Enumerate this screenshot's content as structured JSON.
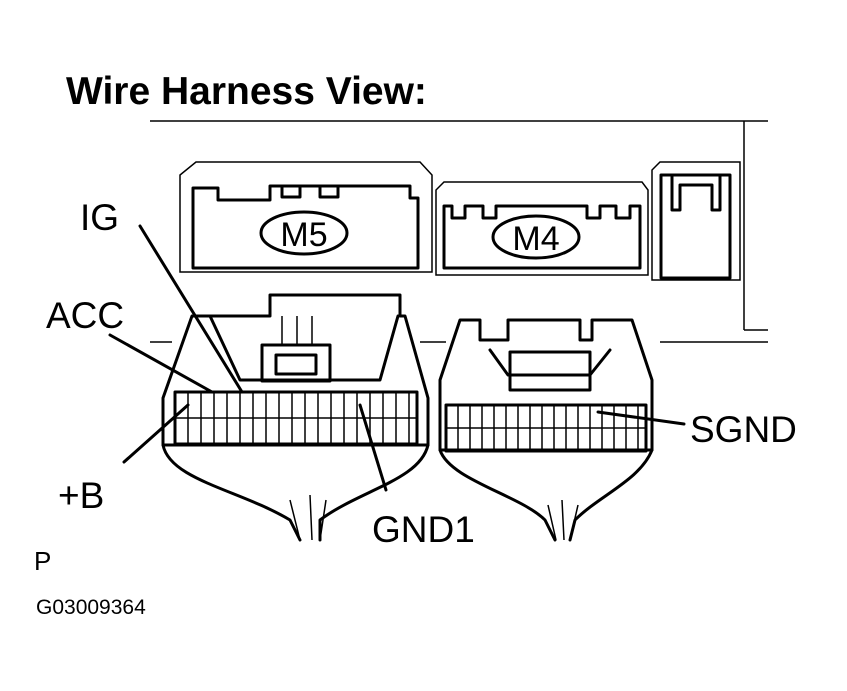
{
  "title": "Wire Harness View:",
  "connectors": {
    "upper_left": "M5",
    "upper_right": "M4"
  },
  "terminals": {
    "ig": "IG",
    "acc": "ACC",
    "plus_b": "+B",
    "gnd1": "GND1",
    "sgnd": "SGND"
  },
  "corner_mark": "P",
  "figure_code": "G03009364"
}
